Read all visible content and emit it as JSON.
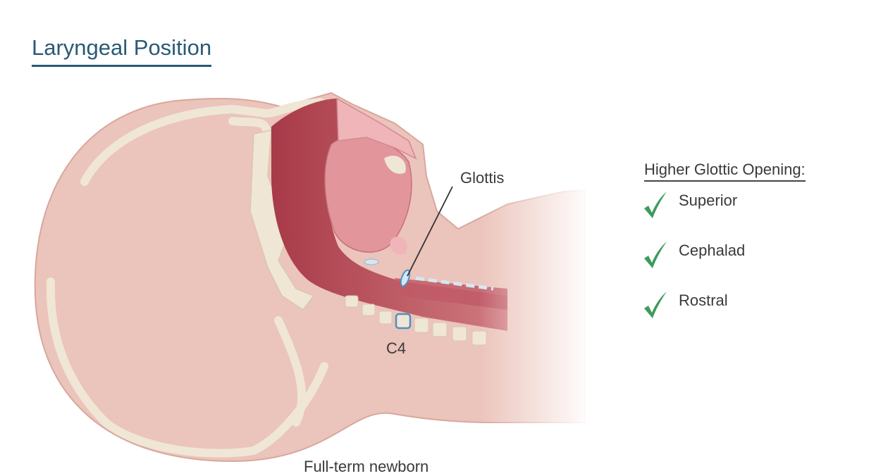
{
  "title": "Laryngeal Position",
  "diagram": {
    "labels": {
      "glottis": "Glottis",
      "vertebra": "C4",
      "caption": "Full-term newborn"
    }
  },
  "panel": {
    "heading": "Higher Glottic Opening:",
    "items": [
      {
        "label": "Superior",
        "icon": "check-icon"
      },
      {
        "label": "Cephalad",
        "icon": "check-icon"
      },
      {
        "label": "Rostral",
        "icon": "check-icon"
      }
    ],
    "check_color": "#3f9a5f"
  },
  "colors": {
    "title": "#2a5a74",
    "skin": "#ebc4bb",
    "bone": "#efe6d6",
    "airway": "#b94552",
    "glottis_outline": "#4f8fc0"
  }
}
